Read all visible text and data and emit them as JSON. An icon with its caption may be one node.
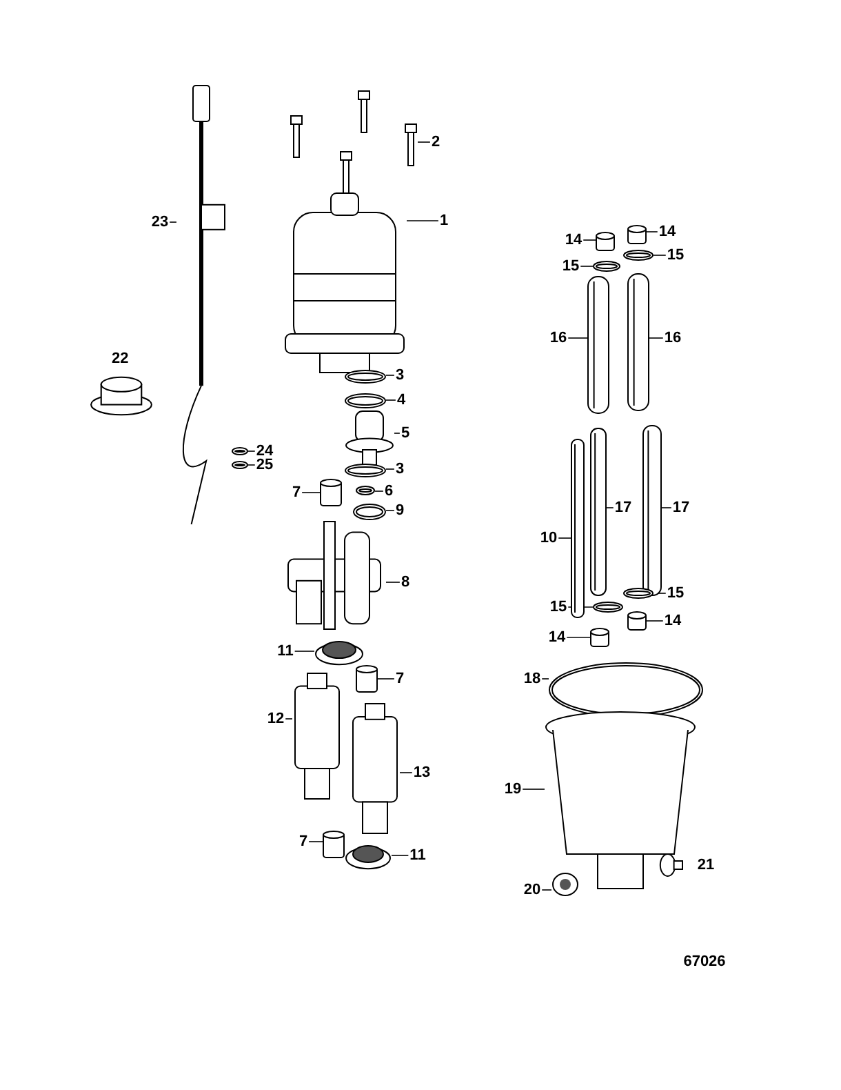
{
  "diagram": {
    "nodes": [
      {
        "text": [
          "1"
        ]
      },
      {
        "text": [],
        "shape": "picture"
      },
      {
        "text": [
          "2"
        ]
      },
      {
        "text": [],
        "shape": "picture"
      },
      {
        "text": [
          "3"
        ]
      },
      {
        "text": [],
        "shape": "ring"
      },
      {
        "text": [
          "4"
        ]
      },
      {
        "text": [],
        "shape": "ring"
      },
      {
        "text": [
          "5"
        ]
      },
      {
        "text": [],
        "shape": "picture"
      },
      {
        "text": [
          "3"
        ]
      },
      {
        "text": [],
        "shape": "ring"
      },
      {
        "text": [
          "6"
        ]
      },
      {
        "text": [],
        "shape": "ring"
      },
      {
        "text": [
          "7"
        ]
      },
      {
        "text": [],
        "shape": "cylinder"
      },
      {
        "text": [
          "9"
        ]
      },
      {
        "text": [],
        "shape": "ring"
      },
      {
        "text": [
          "8"
        ]
      },
      {
        "text": [],
        "shape": "picture"
      },
      {
        "text": [
          "11"
        ]
      },
      {
        "text": [],
        "shape": "picture"
      },
      {
        "text": [
          "7"
        ]
      },
      {
        "text": [],
        "shape": "cylinder"
      },
      {
        "text": [
          "12"
        ]
      },
      {
        "text": [],
        "shape": "cylinder"
      },
      {
        "text": [
          "13"
        ]
      },
      {
        "text": [],
        "shape": "cylinder"
      },
      {
        "text": [
          "7"
        ]
      },
      {
        "text": [],
        "shape": "cylinder"
      },
      {
        "text": [
          "11"
        ]
      },
      {
        "text": [],
        "shape": "picture"
      },
      {
        "text": [
          "23"
        ]
      },
      {
        "text": [],
        "shape": "picture"
      },
      {
        "text": [
          "24"
        ]
      },
      {
        "text": [],
        "shape": "ring"
      },
      {
        "text": [
          "25"
        ]
      },
      {
        "text": [],
        "shape": "ring"
      },
      {
        "text": [
          "14"
        ]
      },
      {
        "text": [],
        "shape": "cylinder"
      },
      {
        "text": [
          "15"
        ]
      },
      {
        "text": [],
        "shape": "ring"
      },
      {
        "text": [
          "14"
        ]
      },
      {
        "text": [],
        "shape": "cylinder"
      },
      {
        "text": [
          "15"
        ]
      },
      {
        "text": [],
        "shape": "ring"
      },
      {
        "text": [
          "16"
        ]
      },
      {
        "text": [],
        "shape": "tube"
      },
      {
        "text": [
          "16"
        ]
      },
      {
        "text": [],
        "shape": "tube"
      },
      {
        "text": [
          "10"
        ]
      },
      {
        "text": [],
        "shape": "tube"
      },
      {
        "text": [
          "17"
        ]
      },
      {
        "text": [],
        "shape": "tube"
      },
      {
        "text": [
          "17"
        ]
      },
      {
        "text": [],
        "shape": "tube"
      },
      {
        "text": [
          "15"
        ]
      },
      {
        "text": [],
        "shape": "ring"
      },
      {
        "text": [
          "15"
        ]
      },
      {
        "text": [],
        "shape": "ring"
      },
      {
        "text": [
          "14"
        ]
      },
      {
        "text": [],
        "shape": "cylinder"
      },
      {
        "text": [
          "14"
        ]
      },
      {
        "text": [],
        "shape": "cylinder"
      },
      {
        "text": [
          "18"
        ]
      },
      {
        "text": [],
        "shape": "ring"
      },
      {
        "text": [
          "19"
        ]
      },
      {
        "text": [],
        "shape": "cylinder"
      },
      {
        "text": [
          "20"
        ]
      },
      {
        "text": [],
        "shape": "picture"
      },
      {
        "text": [
          "21"
        ]
      },
      {
        "text": [],
        "shape": "circle"
      },
      {
        "text": [
          "22"
        ]
      }
    ],
    "edges": [
      {
        "from": 0,
        "to": 1,
        "arrow": "none"
      },
      {
        "from": 2,
        "to": 3,
        "arrow": "none"
      },
      {
        "from": 4,
        "to": 5,
        "arrow": "none"
      },
      {
        "from": 6,
        "to": 7,
        "arrow": "none"
      },
      {
        "from": 8,
        "to": 9,
        "arrow": "none"
      },
      {
        "from": 10,
        "to": 11,
        "arrow": "none"
      },
      {
        "from": 12,
        "to": 13,
        "arrow": "none"
      },
      {
        "from": 14,
        "to": 15,
        "arrow": "none"
      },
      {
        "from": 16,
        "to": 17,
        "arrow": "none"
      },
      {
        "from": 18,
        "to": 19,
        "arrow": "none"
      },
      {
        "from": 20,
        "to": 21,
        "arrow": "none"
      },
      {
        "from": 22,
        "to": 23,
        "arrow": "none"
      },
      {
        "from": 24,
        "to": 25,
        "arrow": "none"
      },
      {
        "from": 26,
        "to": 27,
        "arrow": "none"
      },
      {
        "from": 28,
        "to": 29,
        "arrow": "none"
      },
      {
        "from": 30,
        "to": 31,
        "arrow": "none"
      },
      {
        "from": 32,
        "to": 33,
        "arrow": "none"
      },
      {
        "from": 34,
        "to": 35,
        "arrow": "none"
      },
      {
        "from": 36,
        "to": 37,
        "arrow": "none"
      },
      {
        "from": 38,
        "to": 39,
        "arrow": "none"
      },
      {
        "from": 40,
        "to": 41,
        "arrow": "none"
      },
      {
        "from": 42,
        "to": 43,
        "arrow": "none"
      },
      {
        "from": 44,
        "to": 45,
        "arrow": "none"
      },
      {
        "from": 46,
        "to": 47,
        "arrow": "none"
      },
      {
        "from": 48,
        "to": 49,
        "arrow": "none"
      },
      {
        "from": 50,
        "to": 51,
        "arrow": "none"
      },
      {
        "from": 52,
        "to": 53,
        "arrow": "none"
      },
      {
        "from": 54,
        "to": 55,
        "arrow": "none"
      },
      {
        "from": 56,
        "to": 57,
        "arrow": "none"
      },
      {
        "from": 58,
        "to": 59,
        "arrow": "none"
      },
      {
        "from": 60,
        "to": 61,
        "arrow": "none"
      },
      {
        "from": 62,
        "to": 63,
        "arrow": "none"
      },
      {
        "from": 64,
        "to": 65,
        "arrow": "none"
      },
      {
        "from": 66,
        "to": 67,
        "arrow": "none"
      },
      {
        "from": 68,
        "to": 69,
        "arrow": "none"
      }
    ],
    "labels": [
      "67026"
    ]
  }
}
